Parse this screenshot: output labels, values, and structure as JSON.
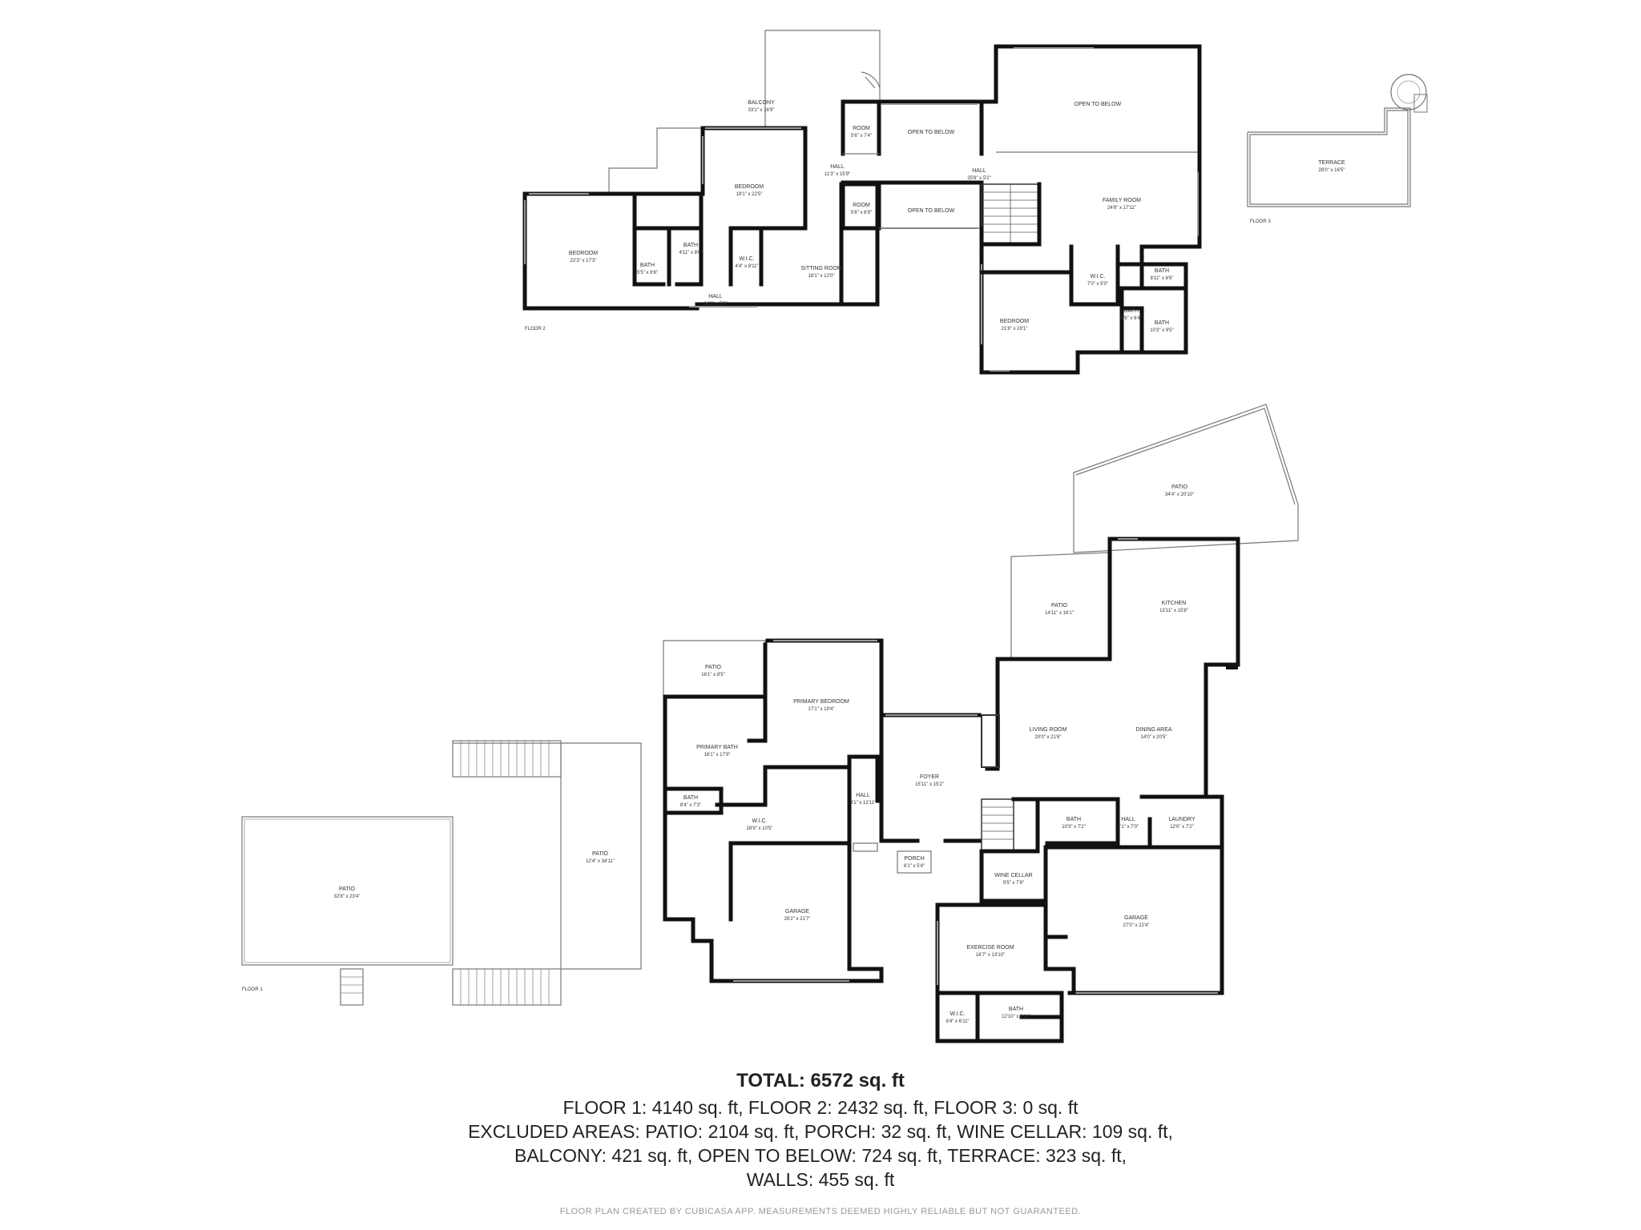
{
  "floors": [
    {
      "id": "floor2",
      "label": "FLOOR 2"
    },
    {
      "id": "floor3",
      "label": "FLOOR 3"
    },
    {
      "id": "floor1",
      "label": "FLOOR 1"
    }
  ],
  "rooms": {
    "f2_balcony": {
      "name": "BALCONY",
      "dim": "33'1\" x 16'9\""
    },
    "f2_room_a": {
      "name": "ROOM",
      "dim": "5'6\" x 7'4\""
    },
    "f2_open_a": {
      "name": "OPEN TO BELOW",
      "dim": ""
    },
    "f2_open_b": {
      "name": "OPEN TO BELOW",
      "dim": ""
    },
    "f2_hall_a": {
      "name": "HALL",
      "dim": "11'3\" x 15'9\""
    },
    "f2_hall_b": {
      "name": "HALL",
      "dim": "25'8\" x 5'2\""
    },
    "f2_bedroom_a": {
      "name": "BEDROOM",
      "dim": "19'1\" x 22'5\""
    },
    "f2_room_b": {
      "name": "ROOM",
      "dim": "5'6\" x 6'9\""
    },
    "f2_open_c": {
      "name": "OPEN TO BELOW",
      "dim": ""
    },
    "f2_family": {
      "name": "FAMILY ROOM",
      "dim": "24'6\" x 17'11\""
    },
    "f2_bedroom_b": {
      "name": "BEDROOM",
      "dim": "22'3\" x 17'3\""
    },
    "f2_bath_a": {
      "name": "BATH",
      "dim": "4'11\" x 8'6\""
    },
    "f2_bath_b": {
      "name": "BATH",
      "dim": "5'5\" x 8'6\""
    },
    "f2_wic_a": {
      "name": "W.I.C.",
      "dim": "4'4\" x 8'11\""
    },
    "f2_sitting": {
      "name": "SITTING ROOM",
      "dim": "18'1\" x 12'0\""
    },
    "f2_hall_c": {
      "name": "HALL",
      "dim": "14'2\" x 5'0\""
    },
    "f2_wic_b": {
      "name": "W.I.C.",
      "dim": "7'0\" x 9'0\""
    },
    "f2_bath_c": {
      "name": "BATH",
      "dim": "8'11\" x 6'6\""
    },
    "f2_bath_d": {
      "name": "BATH",
      "dim": "5'6\" x 6'4\""
    },
    "f2_bath_e": {
      "name": "BATH",
      "dim": "10'3\" x 9'5\""
    },
    "f2_bedroom_c": {
      "name": "BEDROOM",
      "dim": "21'8\" x 19'1\""
    },
    "f3_terrace": {
      "name": "TERRACE",
      "dim": "28'0\" x 16'5\""
    },
    "f1_patio_big": {
      "name": "PATIO",
      "dim": "34'4\" x 20'10\""
    },
    "f1_patio_a": {
      "name": "PATIO",
      "dim": "14'11\" x 16'1\""
    },
    "f1_kitchen": {
      "name": "KITCHEN",
      "dim": "13'11\" x 15'8\""
    },
    "f1_patio_b": {
      "name": "PATIO",
      "dim": "16'1\" x 8'5\""
    },
    "f1_primary_bed": {
      "name": "PRIMARY BEDROOM",
      "dim": "17'1\" x 19'4\""
    },
    "f1_primary_bath": {
      "name": "PRIMARY BATH",
      "dim": "16'1\" x 17'9\""
    },
    "f1_living": {
      "name": "LIVING ROOM",
      "dim": "20'0\" x 21'6\""
    },
    "f1_dining": {
      "name": "DINING AREA",
      "dim": "14'0\" x 20'5\""
    },
    "f1_foyer": {
      "name": "FOYER",
      "dim": "15'11\" x 15'2\""
    },
    "f1_bath_a": {
      "name": "BATH",
      "dim": "8'4\" x 7'3\""
    },
    "f1_hall_a": {
      "name": "HALL",
      "dim": "4'1\" x 12'11\""
    },
    "f1_wic": {
      "name": "W.I.C.",
      "dim": "28'9\" x 10'5\""
    },
    "f1_bath_b": {
      "name": "BATH",
      "dim": "10'3\" x 7'2\""
    },
    "f1_hall_b": {
      "name": "HALL",
      "dim": "6'1\" x 7'0\""
    },
    "f1_laundry": {
      "name": "LAUNDRY",
      "dim": "12'0\" x 7'2\""
    },
    "f1_patio_c": {
      "name": "PATIO",
      "dim": "12'4\" x 34'11\""
    },
    "f1_porch": {
      "name": "PORCH",
      "dim": "6'1\" x 5'4\""
    },
    "f1_wine": {
      "name": "WINE CELLAR",
      "dim": "9'5\" x 7'8\""
    },
    "f1_patio_d": {
      "name": "PATIO",
      "dim": "32'8\" x 23'4\""
    },
    "f1_garage_a": {
      "name": "GARAGE",
      "dim": "26'2\" x 21'7\""
    },
    "f1_garage_b": {
      "name": "GARAGE",
      "dim": "27'0\" x 22'4\""
    },
    "f1_exercise": {
      "name": "EXERCISE ROOM",
      "dim": "16'7\" x 13'10\""
    },
    "f1_wic_b": {
      "name": "W.I.C.",
      "dim": "6'4\" x 6'11\""
    },
    "f1_bath_c": {
      "name": "BATH",
      "dim": "12'10\" x 6'11\""
    }
  },
  "summary": {
    "total": "TOTAL: 6572 sq. ft",
    "line1": "FLOOR 1: 4140 sq. ft, FLOOR 2: 2432 sq. ft, FLOOR 3: 0 sq. ft",
    "line2": "EXCLUDED AREAS: PATIO: 2104 sq. ft, PORCH: 32 sq. ft, WINE CELLAR: 109 sq. ft,",
    "line3": "BALCONY: 421 sq. ft, OPEN TO BELOW: 724 sq. ft, TERRACE: 323 sq. ft,",
    "line4": "WALLS: 455 sq. ft"
  },
  "credit": "FLOOR PLAN CREATED BY CUBICASA APP. MEASUREMENTS DEEMED HIGHLY RELIABLE BUT NOT GUARANTEED."
}
